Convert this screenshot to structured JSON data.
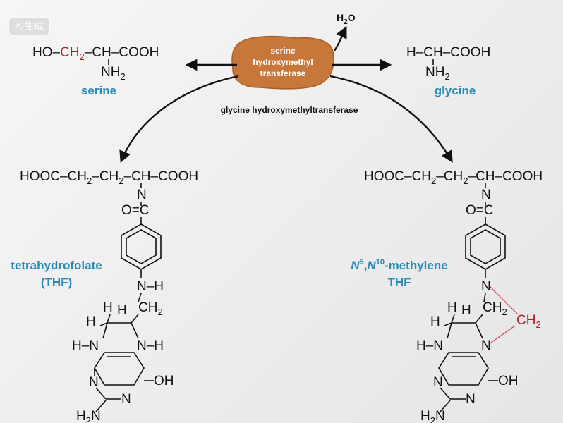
{
  "watermark": "AI生成",
  "enzyme": {
    "line1": "serine",
    "line2": "hydroxymethyl",
    "line3": "transferase",
    "caption": "glycine hydroxymethyltransferase",
    "color": "#c8773a"
  },
  "water": {
    "main": "H",
    "sub": "2",
    "end": "O"
  },
  "serine": {
    "label": "serine",
    "formula_ho": "HO–",
    "formula_ch2": "CH",
    "formula_ch2_sub": "2",
    "formula_rest": "–CH–COOH",
    "amine": "NH",
    "amine_sub": "2"
  },
  "glycine": {
    "label": "glycine",
    "formula": "H–CH–COOH",
    "amine": "NH",
    "amine_sub": "2"
  },
  "thf": {
    "label_line1": "tetrahydrofolate",
    "label_line2": "(THF)",
    "chain": "HOOC–CH",
    "chain_sub1": "2",
    "chain_mid": "–CH",
    "chain_sub2": "2",
    "chain_end": "–CH–COOH",
    "n": "N",
    "co": "O=C",
    "nh": "N–H",
    "ch2": "CH",
    "ch2_sub": "2",
    "h": "H",
    "ring_nh_left": "H–N",
    "ring_nh_right": "N–H",
    "ring_n": "N",
    "oh": "OH",
    "nh2": "H",
    "nh2_sub": "2",
    "nh2_n": "N"
  },
  "methylene_thf": {
    "label_n5": "N",
    "label_sup5": "5",
    "label_comma": ",",
    "label_n10": "N",
    "label_sup10": "10",
    "label_rest": "-methylene",
    "label_line2": "THF",
    "bridge": "CH",
    "bridge_sub": "2"
  }
}
